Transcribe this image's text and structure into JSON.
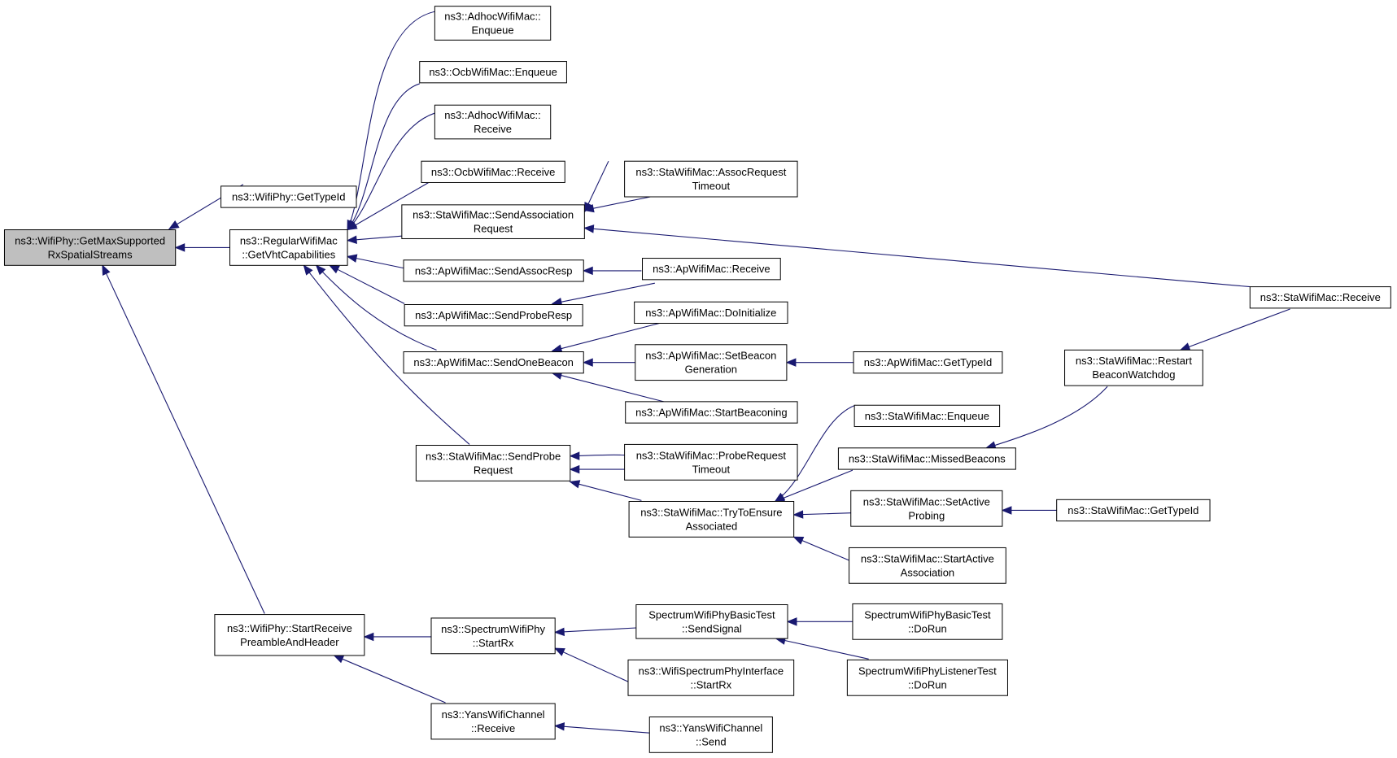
{
  "colors": {
    "edge": "#191970",
    "root_fill": "#bfbfbf",
    "node_fill": "#ffffff",
    "border": "#000000"
  },
  "nodes": {
    "root": [
      "ns3::WifiPhy::GetMaxSupported",
      "RxSpatialStreams"
    ],
    "wifiphy_gettypeid": [
      "ns3::WifiPhy::GetTypeId"
    ],
    "regular_getvht": [
      "ns3::RegularWifiMac",
      "::GetVhtCapabilities"
    ],
    "startreceive": [
      "ns3::WifiPhy::StartReceive",
      "PreambleAndHeader"
    ],
    "adhoc_enqueue": [
      "ns3::AdhocWifiMac::",
      "Enqueue"
    ],
    "ocb_enqueue": [
      "ns3::OcbWifiMac::Enqueue"
    ],
    "adhoc_receive": [
      "ns3::AdhocWifiMac::",
      "Receive"
    ],
    "ocb_receive": [
      "ns3::OcbWifiMac::Receive"
    ],
    "sta_sendassoc": [
      "ns3::StaWifiMac::SendAssociation",
      "Request"
    ],
    "ap_sendassocresp": [
      "ns3::ApWifiMac::SendAssocResp"
    ],
    "ap_sendproberesp": [
      "ns3::ApWifiMac::SendProbeResp"
    ],
    "ap_sendonebeacon": [
      "ns3::ApWifiMac::SendOneBeacon"
    ],
    "sta_sendprobe": [
      "ns3::StaWifiMac::SendProbe",
      "Request"
    ],
    "spectrum_startrx": [
      "ns3::SpectrumWifiPhy",
      "::StartRx"
    ],
    "yans_receive": [
      "ns3::YansWifiChannel",
      "::Receive"
    ],
    "sta_assoctimeout": [
      "ns3::StaWifiMac::AssocRequest",
      "Timeout"
    ],
    "ap_receive": [
      "ns3::ApWifiMac::Receive"
    ],
    "ap_doinit": [
      "ns3::ApWifiMac::DoInitialize"
    ],
    "ap_setbeacongen": [
      "ns3::ApWifiMac::SetBeacon",
      "Generation"
    ],
    "ap_startbeaconing": [
      "ns3::ApWifiMac::StartBeaconing"
    ],
    "sta_probetimeout": [
      "ns3::StaWifiMac::ProbeRequest",
      "Timeout"
    ],
    "sta_trytoensure": [
      "ns3::StaWifiMac::TryToEnsure",
      "Associated"
    ],
    "basictest_sendsignal": [
      "SpectrumWifiPhyBasicTest",
      "::SendSignal"
    ],
    "wifispectrum_startrx": [
      "ns3::WifiSpectrumPhyInterface",
      "::StartRx"
    ],
    "yans_send": [
      "ns3::YansWifiChannel",
      "::Send"
    ],
    "ap_gettypeid": [
      "ns3::ApWifiMac::GetTypeId"
    ],
    "sta_enqueue": [
      "ns3::StaWifiMac::Enqueue"
    ],
    "sta_missedbeacons": [
      "ns3::StaWifiMac::MissedBeacons"
    ],
    "sta_setactiveprobing": [
      "ns3::StaWifiMac::SetActive",
      "Probing"
    ],
    "sta_startactiveassoc": [
      "ns3::StaWifiMac::StartActive",
      "Association"
    ],
    "basictest_dorun": [
      "SpectrumWifiPhyBasicTest",
      "::DoRun"
    ],
    "listenertest_dorun": [
      "SpectrumWifiPhyListenerTest",
      "::DoRun"
    ],
    "sta_restartbeacon": [
      "ns3::StaWifiMac::Restart",
      "BeaconWatchdog"
    ],
    "sta_gettypeid": [
      "ns3::StaWifiMac::GetTypeId"
    ],
    "sta_receive": [
      "ns3::StaWifiMac::Receive"
    ]
  }
}
